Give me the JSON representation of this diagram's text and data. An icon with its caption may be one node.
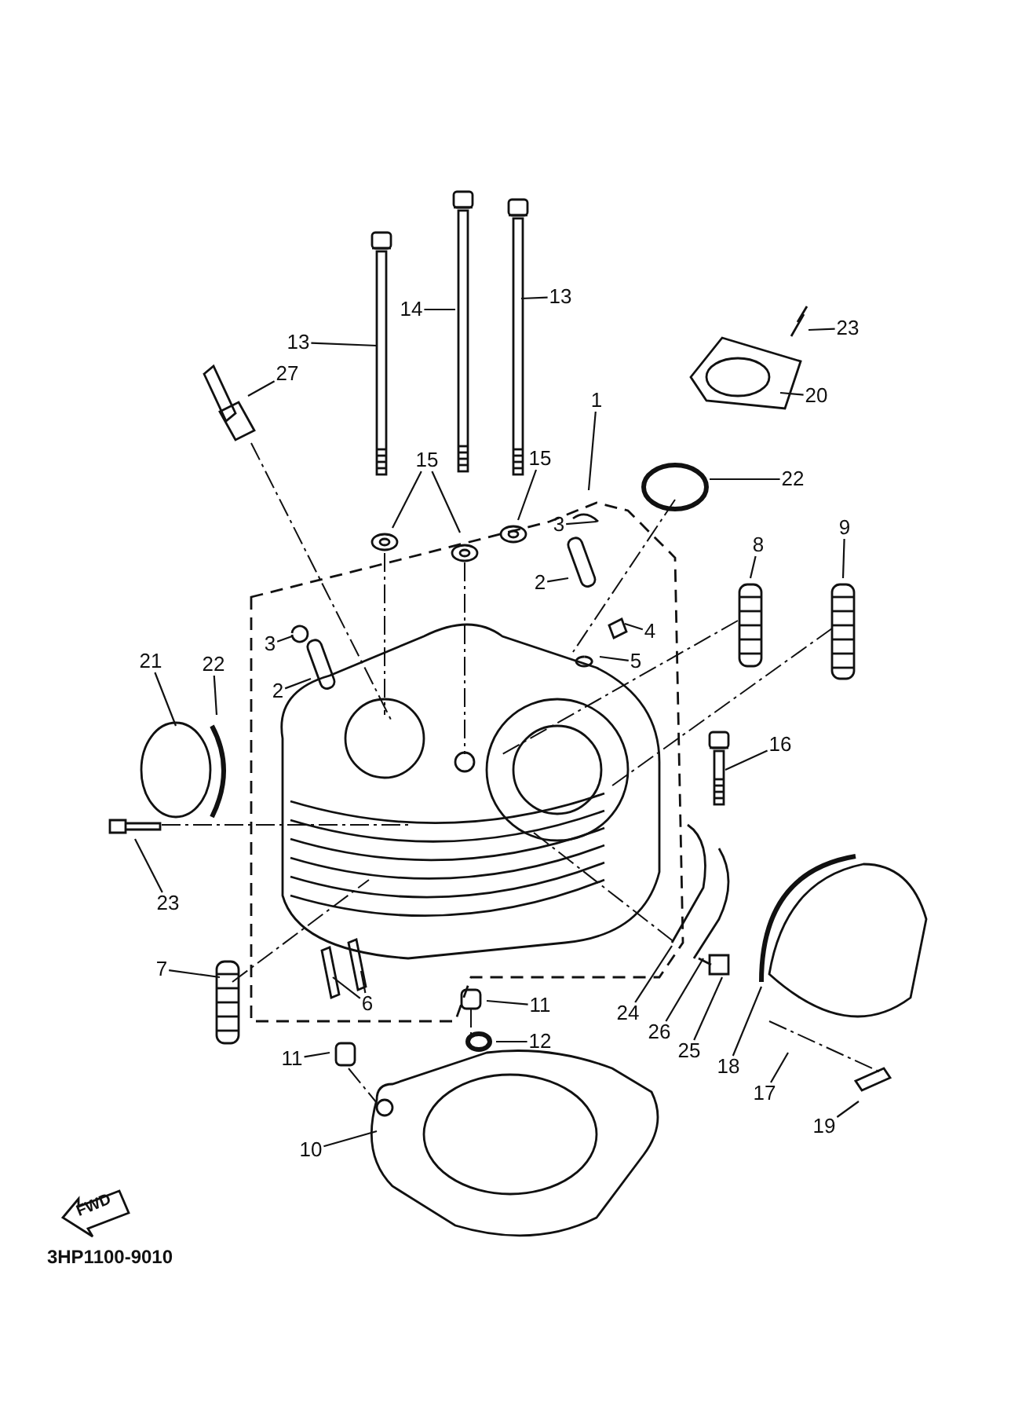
{
  "diagram": {
    "nodes": [
      {
        "text": [
          "13"
        ]
      },
      {
        "text": [
          "14"
        ]
      },
      {
        "text": [
          "13"
        ]
      },
      {
        "text": [
          "27"
        ]
      },
      {
        "text": [
          "23"
        ]
      },
      {
        "text": [
          "20"
        ]
      },
      {
        "text": [
          "1"
        ]
      },
      {
        "text": [
          "15"
        ]
      },
      {
        "text": [
          "15"
        ]
      },
      {
        "text": [
          "22"
        ]
      },
      {
        "text": [
          "3"
        ]
      },
      {
        "text": [
          "8"
        ]
      },
      {
        "text": [
          "9"
        ]
      },
      {
        "text": [
          "2"
        ]
      },
      {
        "text": [
          "3"
        ]
      },
      {
        "text": [
          "4"
        ]
      },
      {
        "text": [
          "5"
        ]
      },
      {
        "text": [
          "2"
        ]
      },
      {
        "text": [
          "21"
        ]
      },
      {
        "text": [
          "22"
        ]
      },
      {
        "text": [
          "16"
        ]
      },
      {
        "text": [
          "23"
        ]
      },
      {
        "text": [
          "7"
        ]
      },
      {
        "text": [
          "6"
        ]
      },
      {
        "text": [
          "11"
        ]
      },
      {
        "text": [
          "11"
        ]
      },
      {
        "text": [
          "12"
        ]
      },
      {
        "text": [
          "10"
        ]
      },
      {
        "text": [
          "24"
        ]
      },
      {
        "text": [
          "26"
        ]
      },
      {
        "text": [
          "25"
        ]
      },
      {
        "text": [
          "18"
        ]
      },
      {
        "text": [
          "17"
        ]
      },
      {
        "text": [
          "19"
        ]
      }
    ],
    "edges": [
      {
        "from": 0,
        "to": null,
        "arrow": "none"
      },
      {
        "from": 1,
        "to": null,
        "arrow": "none"
      },
      {
        "from": 2,
        "to": null,
        "arrow": "none"
      },
      {
        "from": 3,
        "to": null,
        "arrow": "none"
      },
      {
        "from": 4,
        "to": null,
        "arrow": "none"
      },
      {
        "from": 5,
        "to": null,
        "arrow": "none"
      },
      {
        "from": 6,
        "to": null,
        "arrow": "none"
      },
      {
        "from": 7,
        "to": null,
        "arrow": "none"
      },
      {
        "from": 7,
        "to": null,
        "arrow": "none"
      },
      {
        "from": 8,
        "to": null,
        "arrow": "none"
      },
      {
        "from": 9,
        "to": null,
        "arrow": "none"
      },
      {
        "from": 10,
        "to": null,
        "arrow": "none"
      },
      {
        "from": 11,
        "to": null,
        "arrow": "none"
      },
      {
        "from": 12,
        "to": null,
        "arrow": "none"
      },
      {
        "from": 13,
        "to": null,
        "arrow": "none"
      },
      {
        "from": 14,
        "to": null,
        "arrow": "none"
      },
      {
        "from": 15,
        "to": null,
        "arrow": "none"
      },
      {
        "from": 16,
        "to": null,
        "arrow": "none"
      },
      {
        "from": 17,
        "to": null,
        "arrow": "none"
      },
      {
        "from": 18,
        "to": null,
        "arrow": "none"
      },
      {
        "from": 19,
        "to": null,
        "arrow": "none"
      },
      {
        "from": 20,
        "to": null,
        "arrow": "none"
      },
      {
        "from": 21,
        "to": null,
        "arrow": "none"
      },
      {
        "from": 22,
        "to": null,
        "arrow": "none"
      },
      {
        "from": 23,
        "to": null,
        "arrow": "none"
      },
      {
        "from": 23,
        "to": null,
        "arrow": "none"
      },
      {
        "from": 24,
        "to": null,
        "arrow": "none"
      },
      {
        "from": 25,
        "to": null,
        "arrow": "none"
      },
      {
        "from": 26,
        "to": null,
        "arrow": "none"
      },
      {
        "from": 27,
        "to": null,
        "arrow": "none"
      },
      {
        "from": 28,
        "to": null,
        "arrow": "none"
      },
      {
        "from": 29,
        "to": null,
        "arrow": "none"
      },
      {
        "from": 30,
        "to": null,
        "arrow": "none"
      },
      {
        "from": 31,
        "to": null,
        "arrow": "none"
      },
      {
        "from": 32,
        "to": null,
        "arrow": "none"
      },
      {
        "from": 33,
        "to": null,
        "arrow": "none"
      }
    ],
    "labels": [
      "FWD",
      "3HP1100-9010"
    ]
  }
}
